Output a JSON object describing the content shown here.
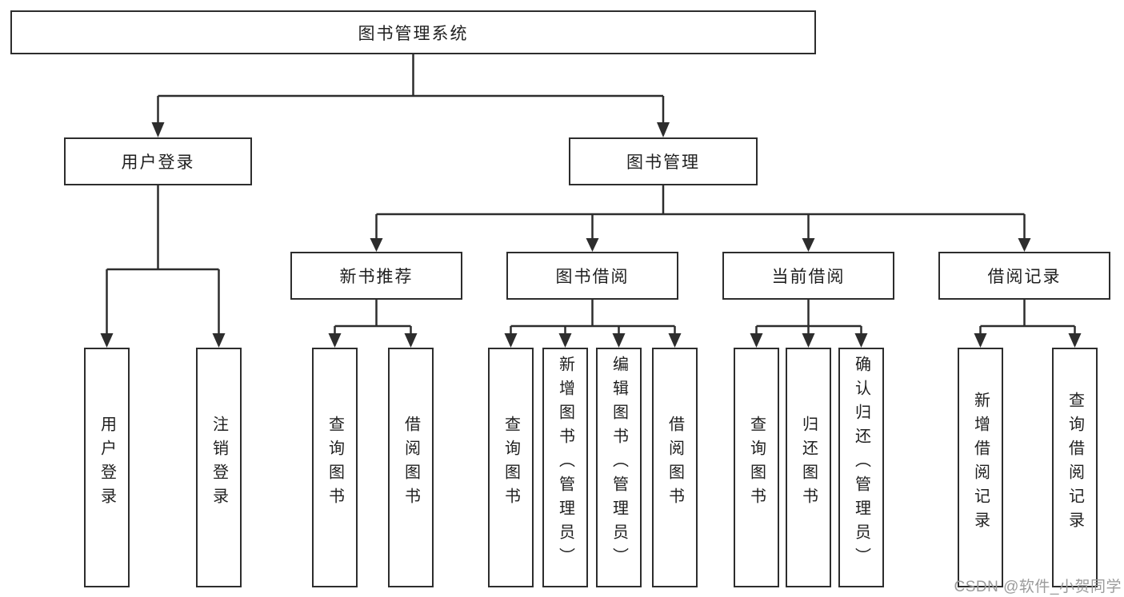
{
  "diagram": {
    "root": {
      "label": "图书管理系统"
    },
    "branches": [
      {
        "label": "用户登录",
        "children": [
          {
            "label": "用户登录"
          },
          {
            "label": "注销登录"
          }
        ]
      },
      {
        "label": "图书管理",
        "children": [
          {
            "label": "新书推荐",
            "children": [
              {
                "label": "查询图书"
              },
              {
                "label": "借阅图书"
              }
            ]
          },
          {
            "label": "图书借阅",
            "children": [
              {
                "label": "查询图书"
              },
              {
                "label": "新增图书（管理员）"
              },
              {
                "label": "编辑图书（管理员）"
              },
              {
                "label": "借阅图书"
              }
            ]
          },
          {
            "label": "当前借阅",
            "children": [
              {
                "label": "查询图书"
              },
              {
                "label": "归还图书"
              },
              {
                "label": "确认归还（管理员）"
              }
            ]
          },
          {
            "label": "借阅记录",
            "children": [
              {
                "label": "新增借阅记录"
              },
              {
                "label": "查询借阅记录"
              }
            ]
          }
        ]
      }
    ]
  },
  "watermark": {
    "text": "CSDN @软件_小贺同学"
  },
  "colors": {
    "line": "#2d2d2d",
    "box-border": "#2d2d2d",
    "text": "#1f1f1f",
    "watermark": "#9b9b9b",
    "background": "#ffffff"
  }
}
